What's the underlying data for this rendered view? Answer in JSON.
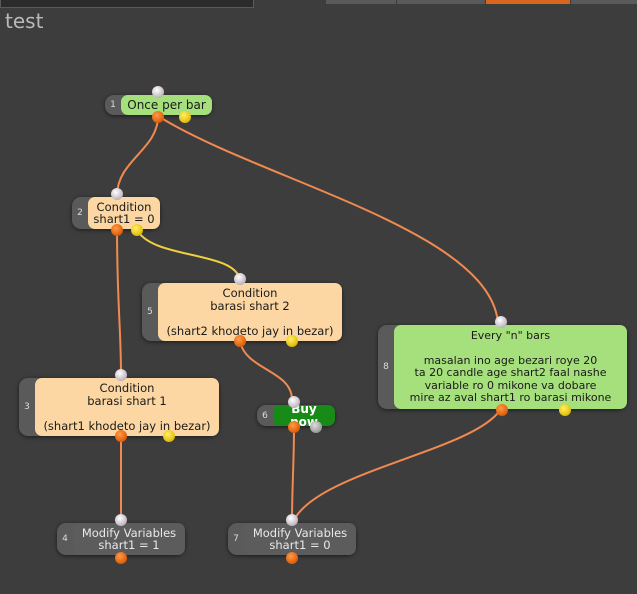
{
  "canvas": {
    "title": "test"
  },
  "nodes": [
    {
      "num": "1",
      "text": "Once per bar"
    },
    {
      "num": "2",
      "text": "Condition\nshart1 = 0"
    },
    {
      "num": "5",
      "text": "Condition\nbarasi shart 2\n\n(shart2 khodeto jay in bezar)"
    },
    {
      "num": "8",
      "text": "Every \"n\" bars\n\nmasalan ino age bezari roye 20\nta 20 candle age shart2 faal nashe\nvariable ro 0 mikone va dobare\nmire az aval shart1 ro barasi mikone"
    },
    {
      "num": "3",
      "text": "Condition\nbarasi shart 1\n\n(shart1 khodeto jay in bezar)"
    },
    {
      "num": "6",
      "text": "Buy now"
    },
    {
      "num": "4",
      "text": "Modify Variables\nshart1 = 1"
    },
    {
      "num": "7",
      "text": "Modify Variables\nshart1 = 0"
    }
  ],
  "colors": {
    "background": "#3d3d3d",
    "trigger": "#a5e07c",
    "condition": "#fcd7a3",
    "action": "#5c5c5c",
    "buy": "#178a17",
    "port_out": "#e3650f",
    "port_alt": "#e6c412"
  }
}
